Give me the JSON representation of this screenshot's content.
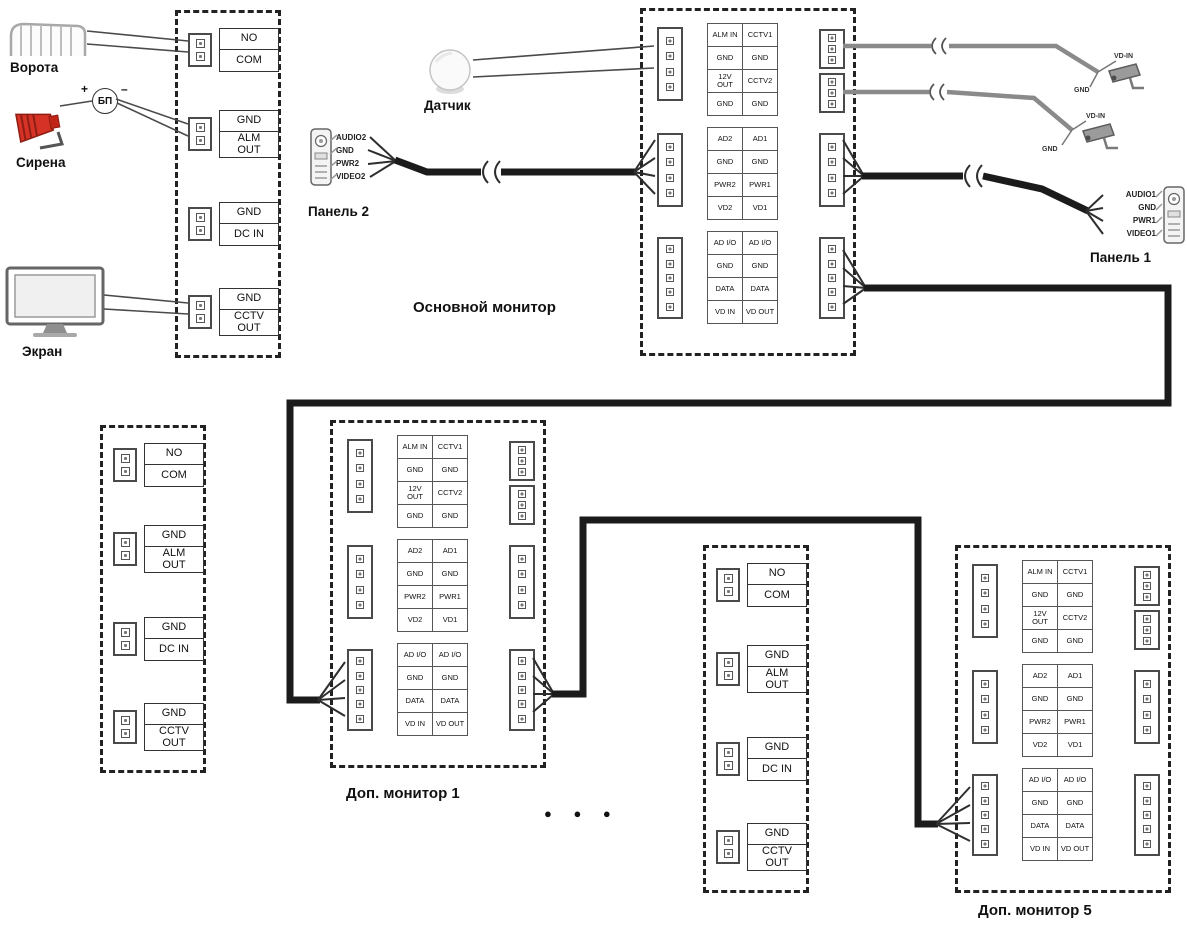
{
  "palette": {
    "wire_dark": "#1b1b1b",
    "wire_gray": "#8a8a8a",
    "siren_red": "#d63226",
    "dash_border": "#222222"
  },
  "device_labels": {
    "gate": "Ворота",
    "siren": "Сирена",
    "psu": "БП",
    "psu_plus": "+",
    "psu_minus": "–",
    "screen": "Экран",
    "sensor": "Датчик",
    "panel2": "Панель 2",
    "panel1": "Панель 1"
  },
  "monitor_labels": {
    "main": "Основной монитор",
    "add1": "Доп. монитор 1",
    "add5": "Доп. монитор 5",
    "ellipsis": "● ● ●"
  },
  "strip_groups": [
    {
      "top": "NO",
      "bottom": "COM"
    },
    {
      "top": "GND",
      "bottom": "ALM\nOUT"
    },
    {
      "top": "GND",
      "bottom": "DC IN"
    },
    {
      "top": "GND",
      "bottom": "CCTV\nOUT"
    }
  ],
  "monitor_terminals": {
    "left": [
      "ALM IN",
      "GND",
      "12V\nOUT",
      "GND",
      "AD2",
      "GND",
      "PWR2",
      "VD2",
      "AD I/O",
      "GND",
      "DATA",
      "VD IN"
    ],
    "right": [
      "CCTV1",
      "GND",
      "CCTV2",
      "GND",
      "AD1",
      "GND",
      "PWR1",
      "VD1",
      "AD I/O",
      "GND",
      "DATA",
      "VD OUT"
    ]
  },
  "panel2_terminals": [
    "AUDIO2",
    "GND",
    "PWR2",
    "VIDEO2"
  ],
  "panel1_terminals": [
    "AUDIO1",
    "GND",
    "PWR1",
    "VIDEO1"
  ],
  "camera_terminals": [
    "VD-IN",
    "GND"
  ]
}
